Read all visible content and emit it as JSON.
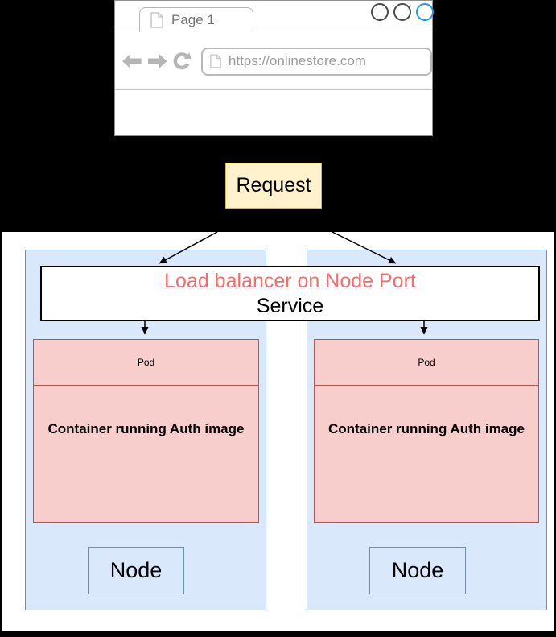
{
  "browser": {
    "tab_title": "Page 1",
    "url": "https://onlinestore.com"
  },
  "request_label": "Request",
  "load_balancer": {
    "title": "Load balancer on Node Port",
    "subtitle": "Service"
  },
  "nodes": [
    {
      "pod_label": "Pod",
      "container_label": "Container running Auth image",
      "node_label": "Node"
    },
    {
      "pod_label": "Pod",
      "container_label": "Container running Auth image",
      "node_label": "Node"
    }
  ],
  "colors": {
    "background": "#000000",
    "node_fill": "#DAE8FC",
    "node_border": "#6C8EBF",
    "pod_fill": "#F8CECC",
    "pod_border": "#B85450",
    "request_fill": "#FFF2CC",
    "request_border": "#D6B656",
    "lb_title_text": "#FB6A6A",
    "active_window_circle": "#2196F3",
    "browser_gray_icon": "#B5B5B5"
  }
}
